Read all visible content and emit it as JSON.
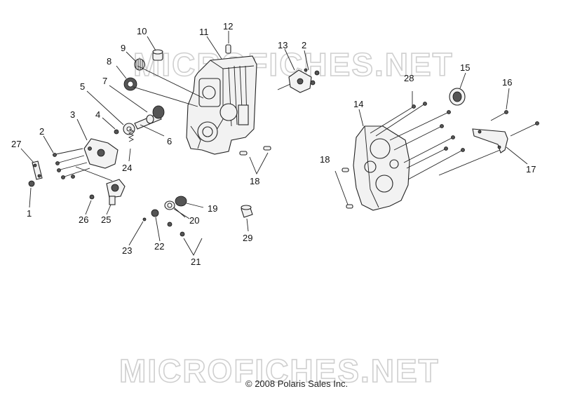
{
  "watermarks": [
    "MICROFICHES.NET",
    "MICROFICHES.NET"
  ],
  "copyright": "© 2008 Polaris Sales Inc.",
  "callouts": [
    {
      "id": "c10",
      "text": "10"
    },
    {
      "id": "c11",
      "text": "11"
    },
    {
      "id": "c12",
      "text": "12"
    },
    {
      "id": "c13",
      "text": "13"
    },
    {
      "id": "c2a",
      "text": "2"
    },
    {
      "id": "c9",
      "text": "9"
    },
    {
      "id": "c8",
      "text": "8"
    },
    {
      "id": "c5",
      "text": "5"
    },
    {
      "id": "c7",
      "text": "7"
    },
    {
      "id": "c3",
      "text": "3"
    },
    {
      "id": "c4",
      "text": "4"
    },
    {
      "id": "c2b",
      "text": "2"
    },
    {
      "id": "c6",
      "text": "6"
    },
    {
      "id": "c27",
      "text": "27"
    },
    {
      "id": "c24",
      "text": "24"
    },
    {
      "id": "c1",
      "text": "1"
    },
    {
      "id": "c26",
      "text": "26"
    },
    {
      "id": "c25",
      "text": "25"
    },
    {
      "id": "c18a",
      "text": "18"
    },
    {
      "id": "c19",
      "text": "19"
    },
    {
      "id": "c20",
      "text": "20"
    },
    {
      "id": "c23",
      "text": "23"
    },
    {
      "id": "c22",
      "text": "22"
    },
    {
      "id": "c21",
      "text": "21"
    },
    {
      "id": "c29",
      "text": "29"
    },
    {
      "id": "c15",
      "text": "15"
    },
    {
      "id": "c28",
      "text": "28"
    },
    {
      "id": "c14",
      "text": "14"
    },
    {
      "id": "c16",
      "text": "16"
    },
    {
      "id": "c18b",
      "text": "18"
    },
    {
      "id": "c17",
      "text": "17"
    }
  ]
}
